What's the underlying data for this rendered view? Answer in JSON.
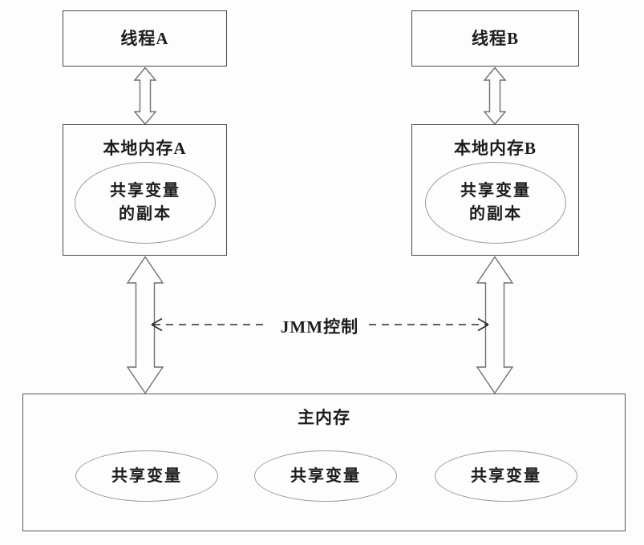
{
  "colors": {
    "background": "#fdfdfd",
    "box_border": "#4a4a4a",
    "ellipse_border": "#9b9b9b",
    "arrow_stroke": "#707070",
    "dashed_stroke": "#2e2e2e",
    "text": "#1c1c1c"
  },
  "nodes": {
    "thread_a": {
      "label": "线程A"
    },
    "thread_b": {
      "label": "线程B"
    },
    "local_memory_a": {
      "label": "本地内存A",
      "ellipse": {
        "line1": "共享变量",
        "line2": "的副本"
      }
    },
    "local_memory_b": {
      "label": "本地内存B",
      "ellipse": {
        "line1": "共享变量",
        "line2": "的副本"
      }
    },
    "main_memory": {
      "label": "主内存",
      "shared_vars": [
        "共享变量",
        "共享变量",
        "共享变量"
      ]
    }
  },
  "connectors": {
    "jmm_label": "JMM控制"
  }
}
